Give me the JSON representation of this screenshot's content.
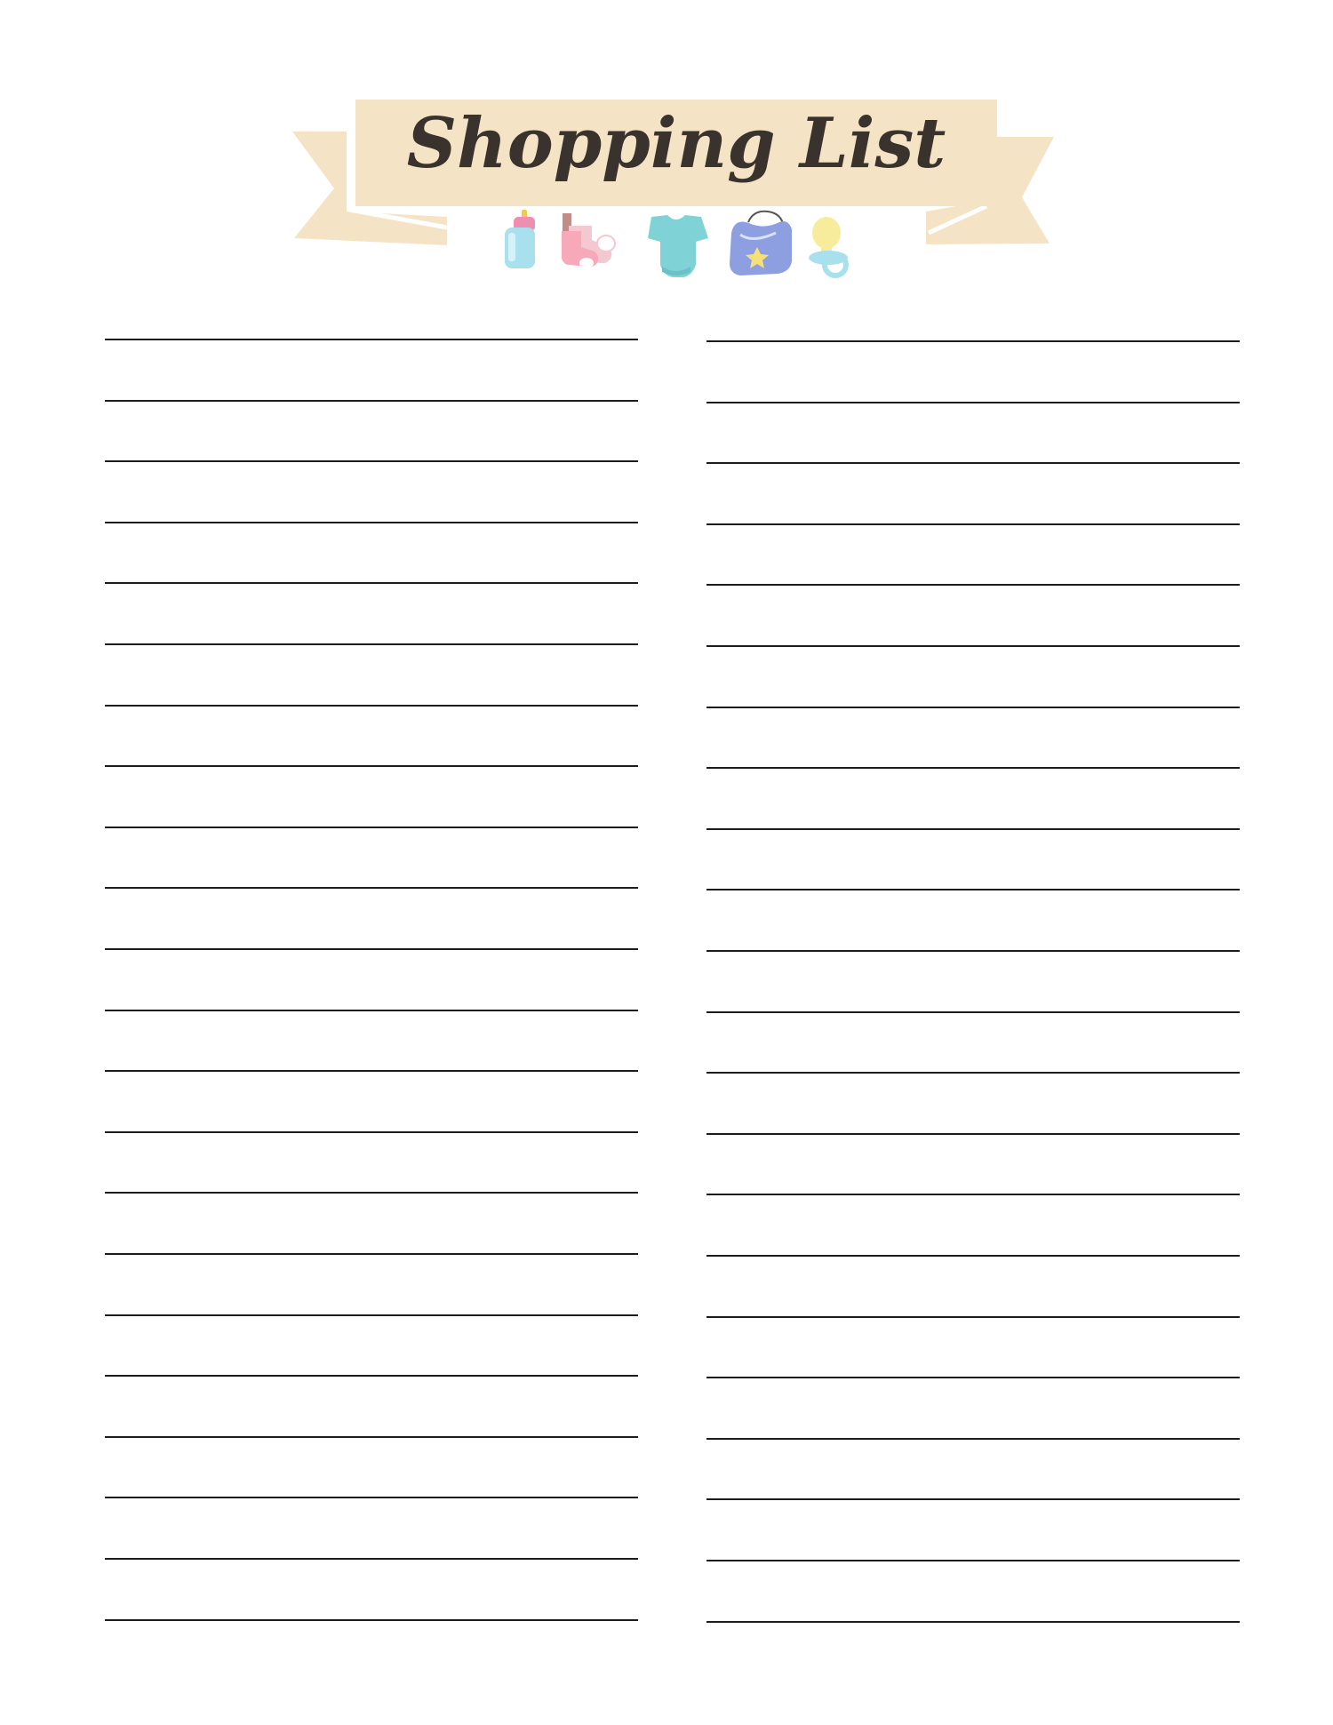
{
  "header": {
    "title": "Shopping List",
    "ribbon_color": "#f4e4c5",
    "text_color": "#3a322c",
    "icons": [
      "baby-bottle-icon",
      "baby-socks-icon",
      "onesie-icon",
      "bib-icon",
      "pacifier-icon"
    ]
  },
  "lists": {
    "columns": 2,
    "lines_per_column": 22,
    "line_color": "#1c1c1c"
  }
}
